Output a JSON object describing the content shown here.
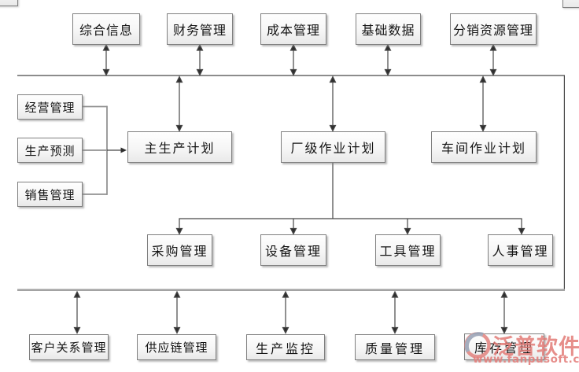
{
  "diagram": {
    "top_row": [
      {
        "label": "综合信息"
      },
      {
        "label": "财务管理"
      },
      {
        "label": "成本管理"
      },
      {
        "label": "基础数据"
      },
      {
        "label": "分销资源管理"
      }
    ],
    "left_column": [
      {
        "label": "经营管理"
      },
      {
        "label": "生产预测"
      },
      {
        "label": "销售管理"
      }
    ],
    "plan_row": [
      {
        "label": "主生产计划"
      },
      {
        "label": "厂级作业计划"
      },
      {
        "label": "车间作业计划"
      }
    ],
    "resource_row": [
      {
        "label": "采购管理"
      },
      {
        "label": "设备管理"
      },
      {
        "label": "工具管理"
      },
      {
        "label": "人事管理"
      }
    ],
    "bottom_row": [
      {
        "label": "客户关系管理"
      },
      {
        "label": "供应链管理"
      },
      {
        "label": "生产监控"
      },
      {
        "label": "质量管理"
      },
      {
        "label": "库存管理"
      }
    ]
  },
  "watermark": {
    "brand": "泛普软件",
    "url": "www.fanpusoft.com",
    "logo_icon": "swoosh-circle-icon"
  },
  "colors": {
    "line": "#474747",
    "gray_bus_line": "#929292",
    "bottom_border_line": "#a3a3a3",
    "box_border": "#7f7f7f",
    "watermark_pink": "#e27a76"
  }
}
